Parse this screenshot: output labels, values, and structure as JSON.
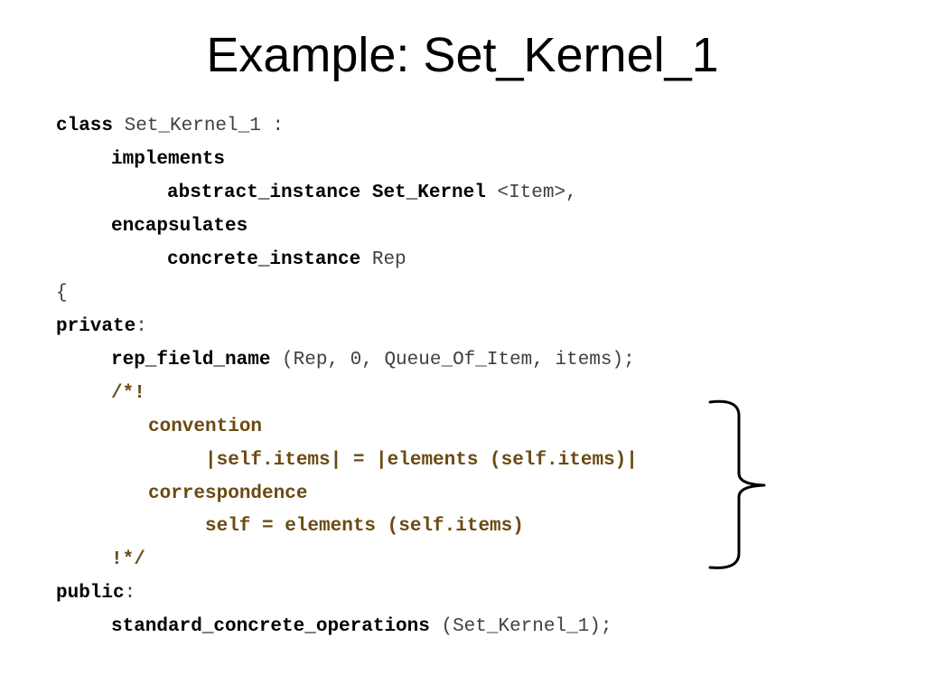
{
  "slide": {
    "title": "Example:  Set_Kernel_1"
  },
  "code": {
    "l1": {
      "kw": "class",
      "rest": " Set_Kernel_1 :"
    },
    "l2": {
      "kw": "implements"
    },
    "l3": {
      "kw": "abstract_instance Set_Kernel",
      "rest": " <Item>,"
    },
    "l4": {
      "kw": "encapsulates"
    },
    "l5": {
      "kw": "concrete_instance",
      "rest": " Rep"
    },
    "l6": {
      "rest": "{"
    },
    "l7": {
      "kw": "private",
      "rest": ":"
    },
    "l8": {
      "kw": "rep_field_name",
      "rest": " (Rep, 0, Queue_Of_Item, items);"
    },
    "l9": {
      "cm": "/*!"
    },
    "l10": {
      "cm": "convention"
    },
    "l11": {
      "cm": "|self.items| = |elements (self.items)|"
    },
    "l12": {
      "cm": "correspondence"
    },
    "l13": {
      "cm": "self = elements (self.items)"
    },
    "l14": {
      "cm": "!*/"
    },
    "l15": {
      "kw": "public",
      "rest": ":"
    },
    "l16": {
      "kw": "standard_concrete_operations",
      "rest": " (Set_Kernel_1);"
    }
  },
  "colors": {
    "keyword": "#000000",
    "identifier": "#404040",
    "comment": "#6b4a12"
  }
}
